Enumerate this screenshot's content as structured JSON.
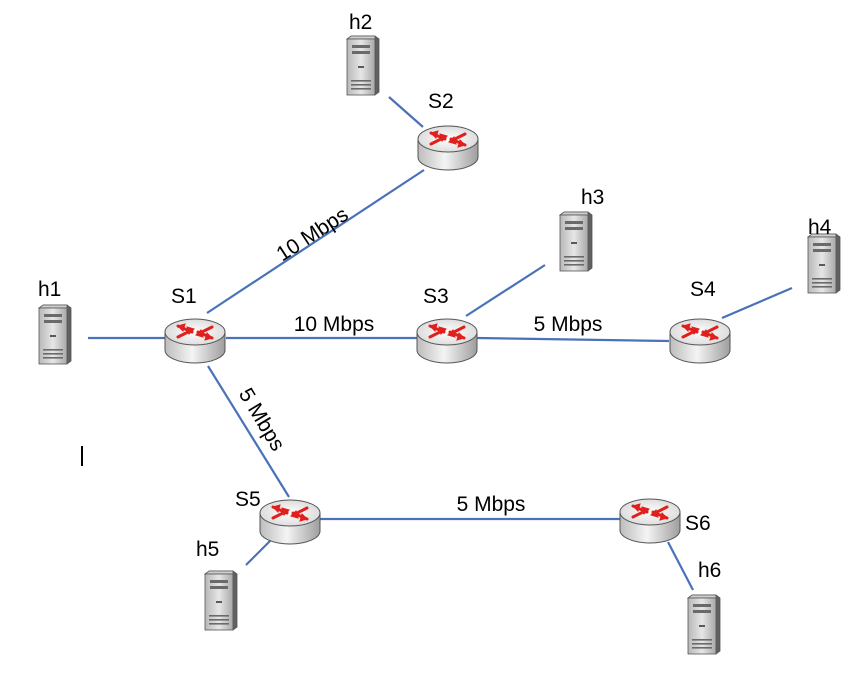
{
  "hosts": [
    {
      "id": "h1",
      "label": "h1"
    },
    {
      "id": "h2",
      "label": "h2"
    },
    {
      "id": "h3",
      "label": "h3"
    },
    {
      "id": "h4",
      "label": "h4"
    },
    {
      "id": "h5",
      "label": "h5"
    },
    {
      "id": "h6",
      "label": "h6"
    }
  ],
  "switches": [
    {
      "id": "S1",
      "label": "S1"
    },
    {
      "id": "S2",
      "label": "S2"
    },
    {
      "id": "S3",
      "label": "S3"
    },
    {
      "id": "S4",
      "label": "S4"
    },
    {
      "id": "S5",
      "label": "S5"
    },
    {
      "id": "S6",
      "label": "S6"
    }
  ],
  "links": [
    {
      "from": "h1",
      "to": "S1",
      "bandwidth": ""
    },
    {
      "from": "h2",
      "to": "S2",
      "bandwidth": ""
    },
    {
      "from": "S1",
      "to": "S2",
      "bandwidth": "10 Mbps"
    },
    {
      "from": "S1",
      "to": "S3",
      "bandwidth": "10 Mbps"
    },
    {
      "from": "h3",
      "to": "S3",
      "bandwidth": ""
    },
    {
      "from": "S3",
      "to": "S4",
      "bandwidth": "5 Mbps"
    },
    {
      "from": "h4",
      "to": "S4",
      "bandwidth": ""
    },
    {
      "from": "S1",
      "to": "S5",
      "bandwidth": "5 Mbps"
    },
    {
      "from": "h5",
      "to": "S5",
      "bandwidth": ""
    },
    {
      "from": "S5",
      "to": "S6",
      "bandwidth": "5 Mbps"
    },
    {
      "from": "h6",
      "to": "S6",
      "bandwidth": ""
    }
  ],
  "colors": {
    "link": "#4a72b8",
    "router_arrows": "#e0201c",
    "router_body": "#e8e8e8",
    "server_body": "#9a9a9a"
  }
}
